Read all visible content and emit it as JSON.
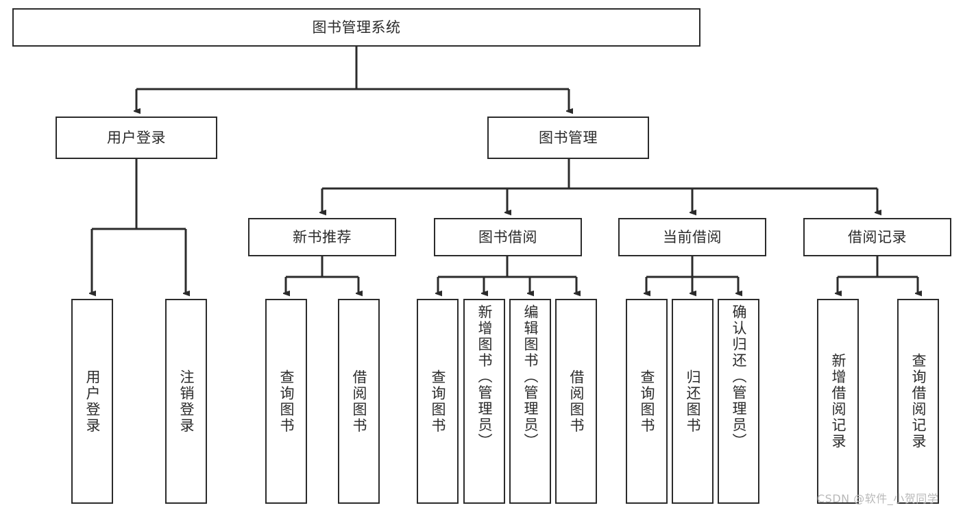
{
  "diagram": {
    "title": "图书管理系统",
    "type": "tree-hierarchy-chart",
    "root": {
      "id": "root",
      "label": "图书管理系统"
    },
    "level2": [
      {
        "id": "user-login",
        "label": "用户登录"
      },
      {
        "id": "book-manage",
        "label": "图书管理"
      }
    ],
    "level3": [
      {
        "id": "new-book-recommend",
        "label": "新书推荐"
      },
      {
        "id": "book-borrow",
        "label": "图书借阅"
      },
      {
        "id": "current-borrow",
        "label": "当前借阅"
      },
      {
        "id": "borrow-record",
        "label": "借阅记录"
      }
    ],
    "leaves": [
      {
        "id": "leaf-user-login",
        "label": "用户登录",
        "parent": "user-login"
      },
      {
        "id": "leaf-logout-login",
        "label": "注销登录",
        "parent": "user-login"
      },
      {
        "id": "leaf-query-book-1",
        "label": "查询图书",
        "parent": "new-book-recommend"
      },
      {
        "id": "leaf-borrow-book-1",
        "label": "借阅图书",
        "parent": "new-book-recommend"
      },
      {
        "id": "leaf-query-book-2",
        "label": "查询图书",
        "parent": "book-borrow"
      },
      {
        "id": "leaf-add-book",
        "label": "新增图书（管理员）",
        "parent": "book-borrow"
      },
      {
        "id": "leaf-edit-book",
        "label": "编辑图书（管理员）",
        "parent": "book-borrow"
      },
      {
        "id": "leaf-borrow-book-2",
        "label": "借阅图书",
        "parent": "book-borrow"
      },
      {
        "id": "leaf-query-book-3",
        "label": "查询图书",
        "parent": "current-borrow"
      },
      {
        "id": "leaf-return-book",
        "label": "归还图书",
        "parent": "current-borrow"
      },
      {
        "id": "leaf-confirm-return",
        "label": "确认归还（管理员）",
        "parent": "current-borrow"
      },
      {
        "id": "leaf-add-record",
        "label": "新增借阅记录",
        "parent": "borrow-record"
      },
      {
        "id": "leaf-query-record",
        "label": "查询借阅记录",
        "parent": "borrow-record"
      }
    ],
    "colors": {
      "stroke": "#2b2b2b",
      "fill": "#ffffff",
      "text": "#2b2b2b",
      "watermark": "#b9b9b9"
    }
  },
  "watermark": {
    "text": "CSDN @软件_小贺同学"
  }
}
